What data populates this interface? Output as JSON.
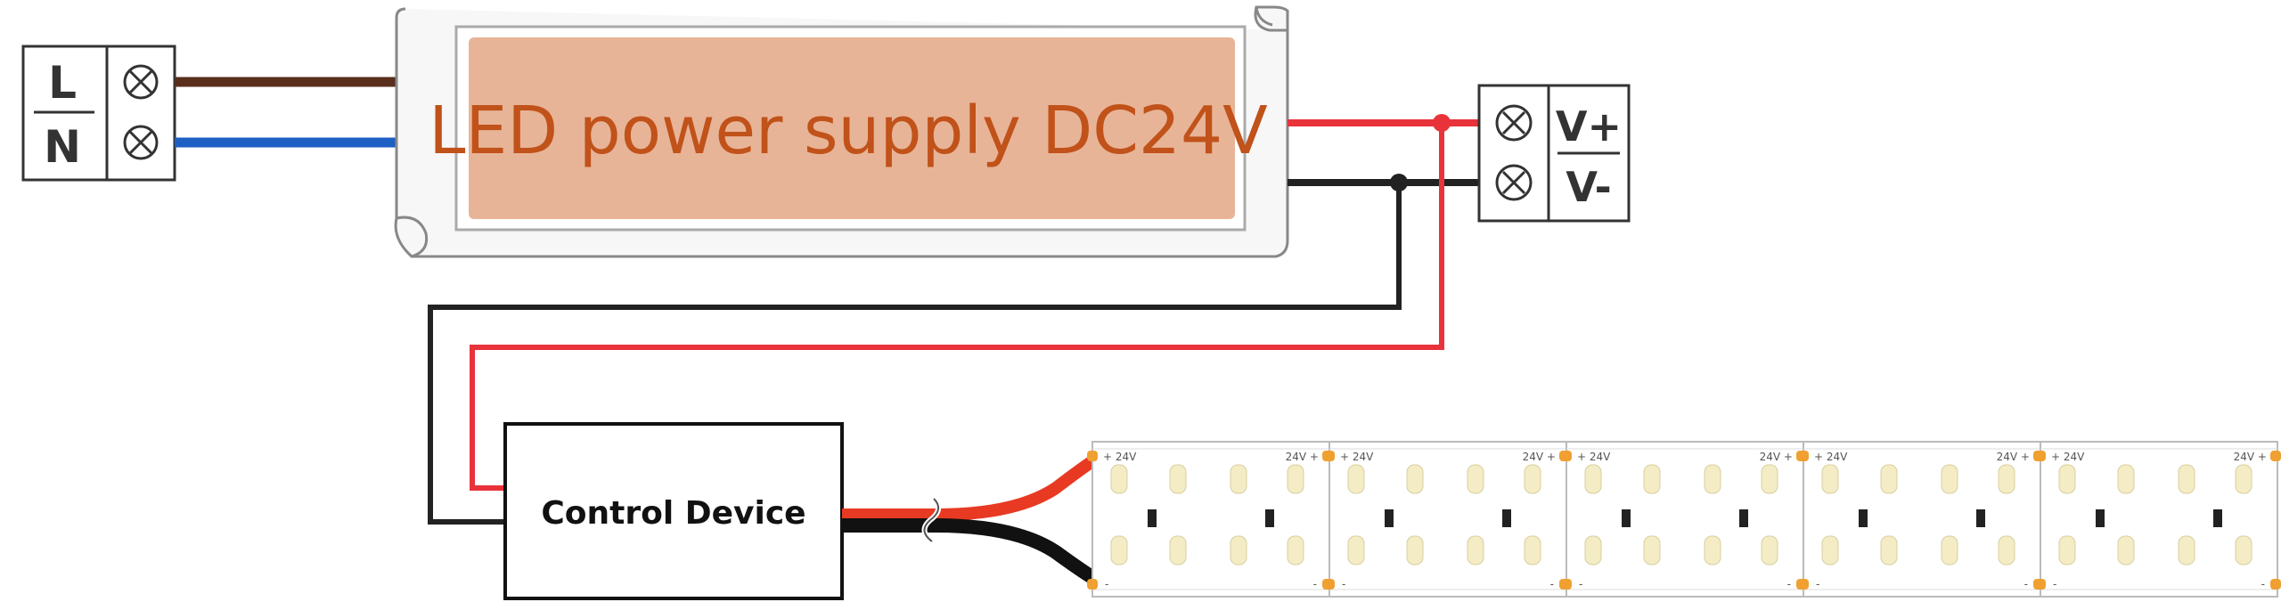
{
  "power_supply": {
    "label": "LED power supply DC24V"
  },
  "ac_terminal": {
    "line_label": "L",
    "neutral_label": "N"
  },
  "dc_terminal": {
    "positive_label": "V+",
    "negative_label": "V-"
  },
  "control_device": {
    "label": "Control Device"
  },
  "led_strip": {
    "voltage_label": "24V",
    "plus_sign": "+",
    "minus_sign": "-",
    "segment_count": 5
  },
  "colors": {
    "brown_wire": "#5a2e1c",
    "blue_wire": "#1e5fc4",
    "red_wire": "#e8333a",
    "black_wire": "#222222",
    "psu_label_fill": "#e8b497",
    "psu_label_text": "#c0521a",
    "solder_pad": "#f0a030",
    "led_chip": "#f4ecc4"
  }
}
